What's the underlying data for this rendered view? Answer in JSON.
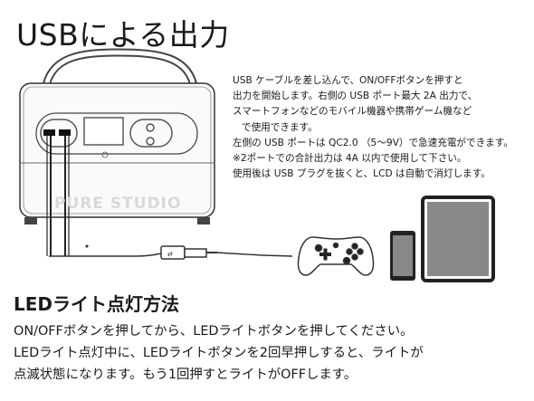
{
  "title": "USBによる出力",
  "description": {
    "lines": [
      "USB ケーブルを差し込んで、ON/OFFボタンを押すと",
      "出力を開始します。右側の USB ポート最大 2A 出力で、",
      "スマートフォンなどのモバイル機器や携帯ゲーム機など",
      "で使用できます。",
      "左側の USB ポートは QC2.0 （5～9V）で急速充電ができます。",
      "※2ポートでの合計出力は 4A 以内で使用して下さい。",
      "使用後は USB プラグを抜くと、LCD は自動で消灯します。"
    ]
  },
  "watermark": "PURE STUDIO",
  "led": {
    "title": "LEDライト点灯方法",
    "lines": [
      "ON/OFFボタンを押してから、LEDライトボタンを押してください。",
      "LEDライト点灯中に、LEDライトボタンを2回早押しすると、ライトが",
      "点滅状態になります。もう1回押すとライトがOFFします。"
    ]
  },
  "icons": [
    "power-station-icon",
    "usb-cable-icon",
    "game-controller-icon",
    "smartphone-icon",
    "tablet-icon"
  ]
}
